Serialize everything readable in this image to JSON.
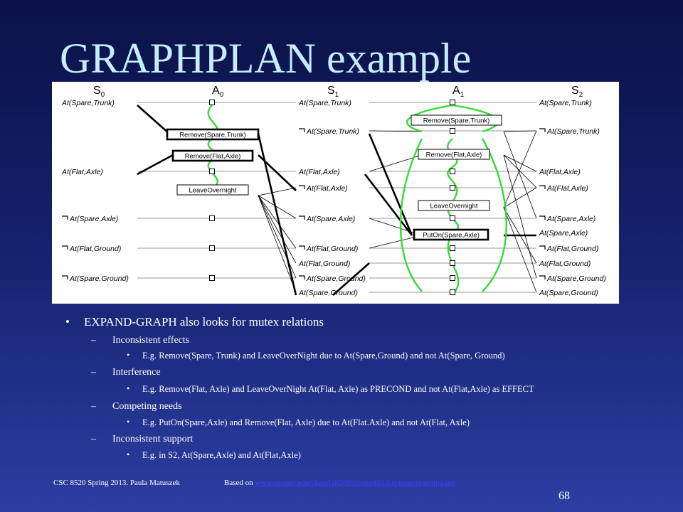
{
  "slide": {
    "title": "GRAPHPLAN example",
    "page_number": "68"
  },
  "figure": {
    "columns": [
      {
        "label": "S",
        "sub": "0"
      },
      {
        "label": "A",
        "sub": "0"
      },
      {
        "label": "S",
        "sub": "1"
      },
      {
        "label": "A",
        "sub": "1"
      },
      {
        "label": "S",
        "sub": "2"
      }
    ],
    "s0_literals": [
      {
        "text": "At(Spare,Trunk)",
        "neg": false
      },
      {
        "text": "At(Flat,Axle)",
        "neg": false
      },
      {
        "text": "At(Spare,Axle)",
        "neg": true
      },
      {
        "text": "At(Flat,Ground)",
        "neg": true
      },
      {
        "text": "At(Spare,Ground)",
        "neg": true
      }
    ],
    "a0_actions": [
      "Remove(Spare,Trunk)",
      "Remove(Flat,Axle)",
      "LeaveOvernight"
    ],
    "s1_literals": [
      {
        "text": "At(Spare,Trunk)",
        "neg": false
      },
      {
        "text": "At(Spare,Trunk)",
        "neg": true
      },
      {
        "text": "At(Flat,Axle)",
        "neg": false
      },
      {
        "text": "At(Flat,Axle)",
        "neg": true
      },
      {
        "text": "At(Spare,Axle)",
        "neg": true
      },
      {
        "text": "At(Flat,Ground)",
        "neg": true
      },
      {
        "text": "At(Flat,Ground)",
        "neg": false
      },
      {
        "text": "At(Spare,Ground)",
        "neg": true
      },
      {
        "text": "At(Spare,Ground)",
        "neg": false
      }
    ],
    "a1_actions": [
      "Remove(Spare,Trunk)",
      "Remove(Flat,Axle)",
      "LeaveOvernight",
      "PutOn(Spare,Axle)"
    ],
    "s2_literals": [
      {
        "text": "At(Spare,Trunk)",
        "neg": false
      },
      {
        "text": "At(Spare,Trunk)",
        "neg": true
      },
      {
        "text": "At(Flat,Axle)",
        "neg": false
      },
      {
        "text": "At(Flat,Axle)",
        "neg": true
      },
      {
        "text": "At(Spare,Axle)",
        "neg": true
      },
      {
        "text": "At(Spare,Axle)",
        "neg": false
      },
      {
        "text": "At(Flat,Ground)",
        "neg": true
      },
      {
        "text": "At(Flat,Ground)",
        "neg": false
      },
      {
        "text": "At(Spare,Ground)",
        "neg": true
      },
      {
        "text": "At(Spare,Ground)",
        "neg": false
      }
    ],
    "colors": {
      "mutex": "#33dd33",
      "edge": "#000000",
      "line": "#999999"
    }
  },
  "bullets": {
    "main": "EXPAND-GRAPH  also looks for mutex relations",
    "items": [
      {
        "heading": "Inconsistent effects",
        "detail": "E.g. Remove(Spare, Trunk) and LeaveOverNight due to At(Spare,Ground) and not At(Spare, Ground)"
      },
      {
        "heading": "Interference",
        "detail": "E.g. Remove(Flat, Axle) and LeaveOverNight At(Flat, Axle) as PRECOND and not At(Flat,Axle) as EFFECT"
      },
      {
        "heading": "Competing needs",
        "detail": "E.g. PutOn(Spare,Axle) and Remove(Flat, Axle) due to At(Flat.Axle) and not At(Flat, Axle)"
      },
      {
        "heading": "Inconsistent support",
        "detail": "E.g. in S2, At(Spare,Axle) and At(Flat,Axle)"
      }
    ]
  },
  "footer": {
    "credit": "CSC 8520 Spring 2013. Paula Matuszek",
    "based_label": "Based on",
    "link": "www.cs.umd.edu/class/fall2005/cmsc421/Lectures/planning.ppt"
  }
}
